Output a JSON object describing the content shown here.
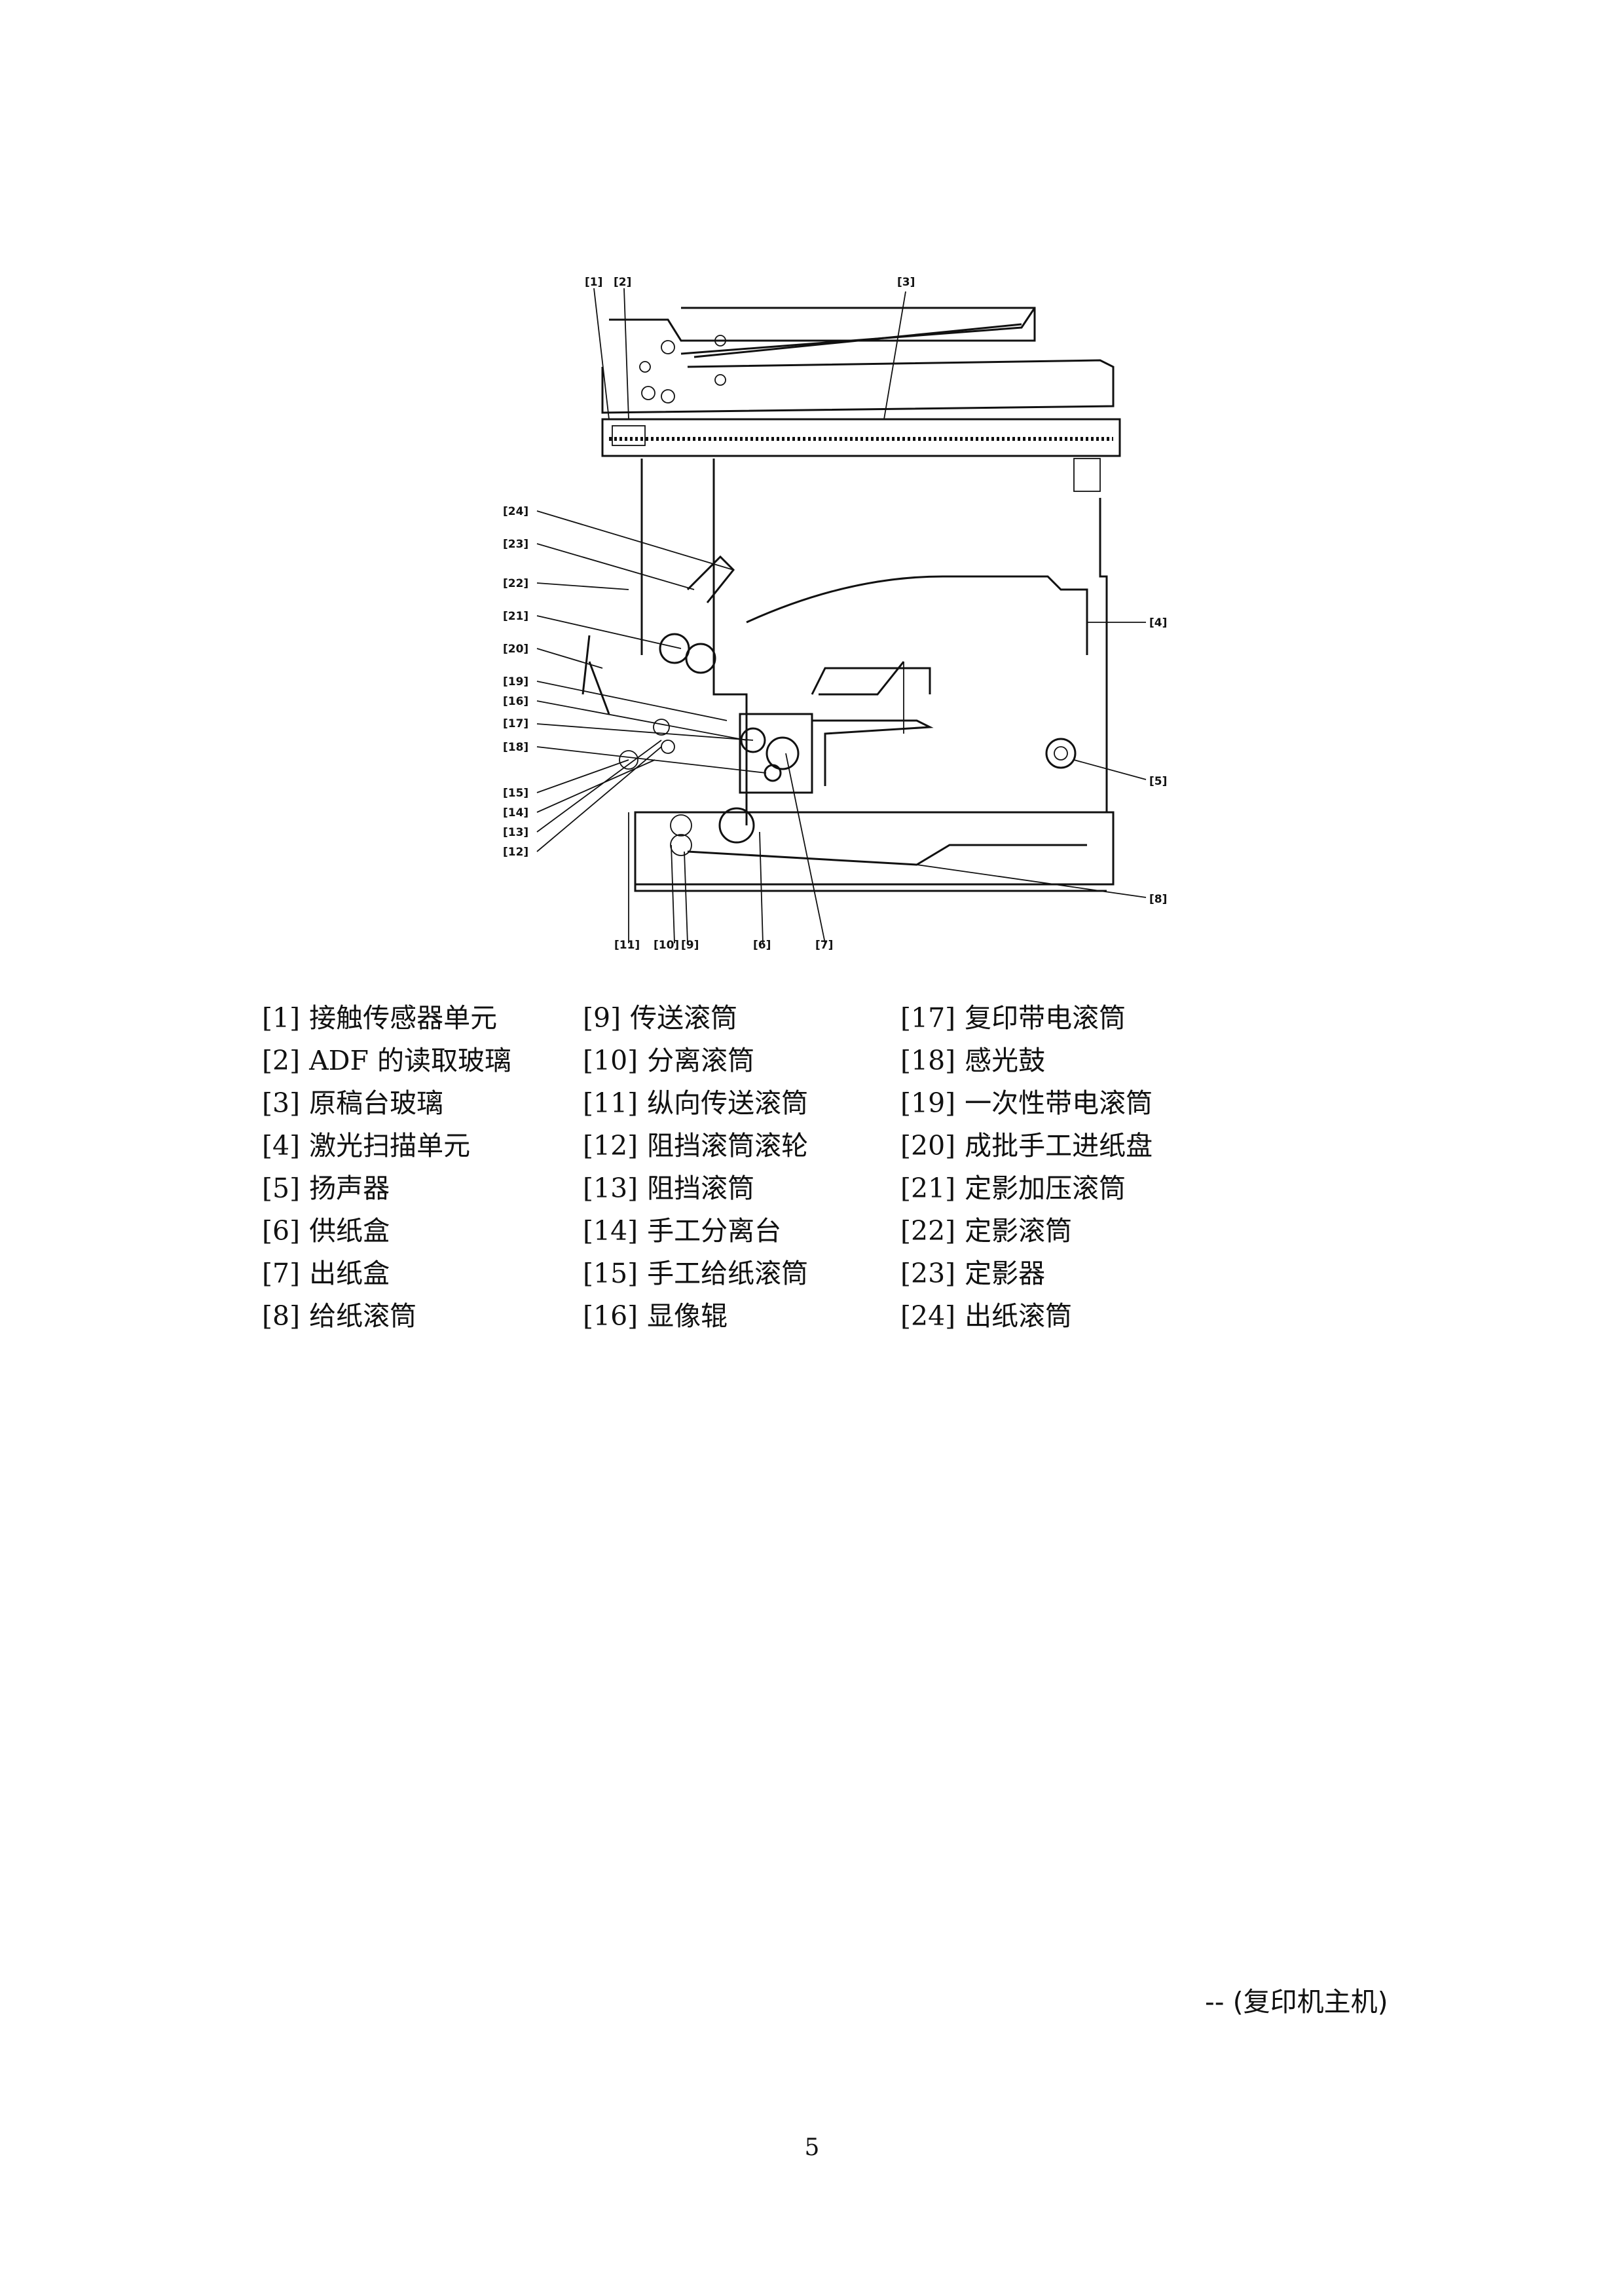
{
  "diagram_callouts": {
    "c1": "[1]",
    "c2": "[2]",
    "c3": "[3]",
    "c4": "[4]",
    "c5": "[5]",
    "c6": "[6]",
    "c7": "[7]",
    "c8": "[8]",
    "c9": "[9]",
    "c10": "[10]",
    "c11": "[11]",
    "c12": "[12]",
    "c13": "[13]",
    "c14": "[14]",
    "c15": "[15]",
    "c16": "[16]",
    "c17": "[17]",
    "c18": "[18]",
    "c19": "[19]",
    "c20": "[20]",
    "c21": "[21]",
    "c22": "[22]",
    "c23": "[23]",
    "c24": "[24]"
  },
  "legend": {
    "col1": [
      {
        "num": "[1]",
        "label": "接触传感器单元"
      },
      {
        "num": "[2]",
        "label": "ADF 的读取玻璃"
      },
      {
        "num": "[3]",
        "label": "原稿台玻璃"
      },
      {
        "num": "[4]",
        "label": "激光扫描单元"
      },
      {
        "num": "[5]",
        "label": "扬声器"
      },
      {
        "num": "[6]",
        "label": "供纸盒"
      },
      {
        "num": "[7]",
        "label": "出纸盒"
      },
      {
        "num": "[8]",
        "label": "给纸滚筒"
      }
    ],
    "col2": [
      {
        "num": "[9]",
        "label": "传送滚筒"
      },
      {
        "num": "[10]",
        "label": "分离滚筒"
      },
      {
        "num": "[11]",
        "label": "纵向传送滚筒"
      },
      {
        "num": "[12]",
        "label": "阻挡滚筒滚轮"
      },
      {
        "num": "[13]",
        "label": "阻挡滚筒"
      },
      {
        "num": "[14]",
        "label": "手工分离台"
      },
      {
        "num": "[15]",
        "label": "手工给纸滚筒"
      },
      {
        "num": "[16]",
        "label": "显像辊"
      }
    ],
    "col3": [
      {
        "num": "[17]",
        "label": "复印带电滚筒"
      },
      {
        "num": "[18]",
        "label": "感光鼓"
      },
      {
        "num": "[19]",
        "label": "一次性带电滚筒"
      },
      {
        "num": "[20]",
        "label": "成批手工进纸盘"
      },
      {
        "num": "[21]",
        "label": "定影加压滚筒"
      },
      {
        "num": "[22]",
        "label": "定影滚筒"
      },
      {
        "num": "[23]",
        "label": "定影器"
      },
      {
        "num": "[24]",
        "label": "出纸滚筒"
      }
    ]
  },
  "caption": "-- (复印机主机)",
  "page_number": "5"
}
